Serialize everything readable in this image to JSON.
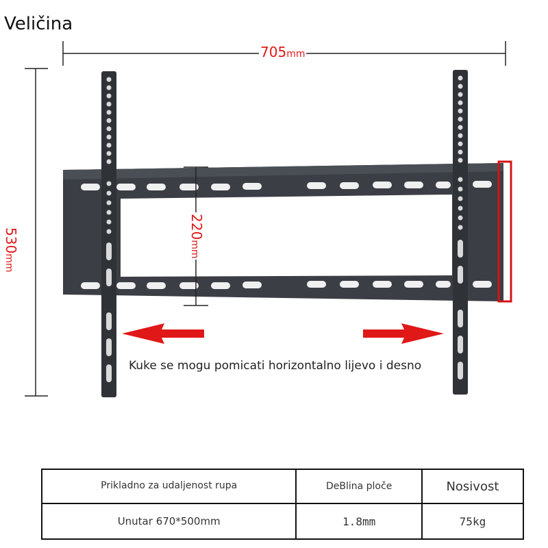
{
  "title": "Veličina",
  "dimensions": {
    "width": {
      "value": "705",
      "unit": "mm"
    },
    "height": {
      "value": "530",
      "unit": "mm"
    },
    "inner_span": {
      "value": "220",
      "unit": "mm"
    }
  },
  "caption": "Kuke se mogu pomicati horizontalno lijevo i desno",
  "colors": {
    "dimension_text": "#e01818",
    "mount_metal": "#3a3d42",
    "arrow": "#e01818"
  },
  "specs_table": {
    "headers": [
      "Prikladno za udaljenost rupa",
      "DeBlina ploče",
      "Nosivost"
    ],
    "values": [
      "Unutar 670*500mm",
      "1.8mm",
      "75kg"
    ]
  }
}
